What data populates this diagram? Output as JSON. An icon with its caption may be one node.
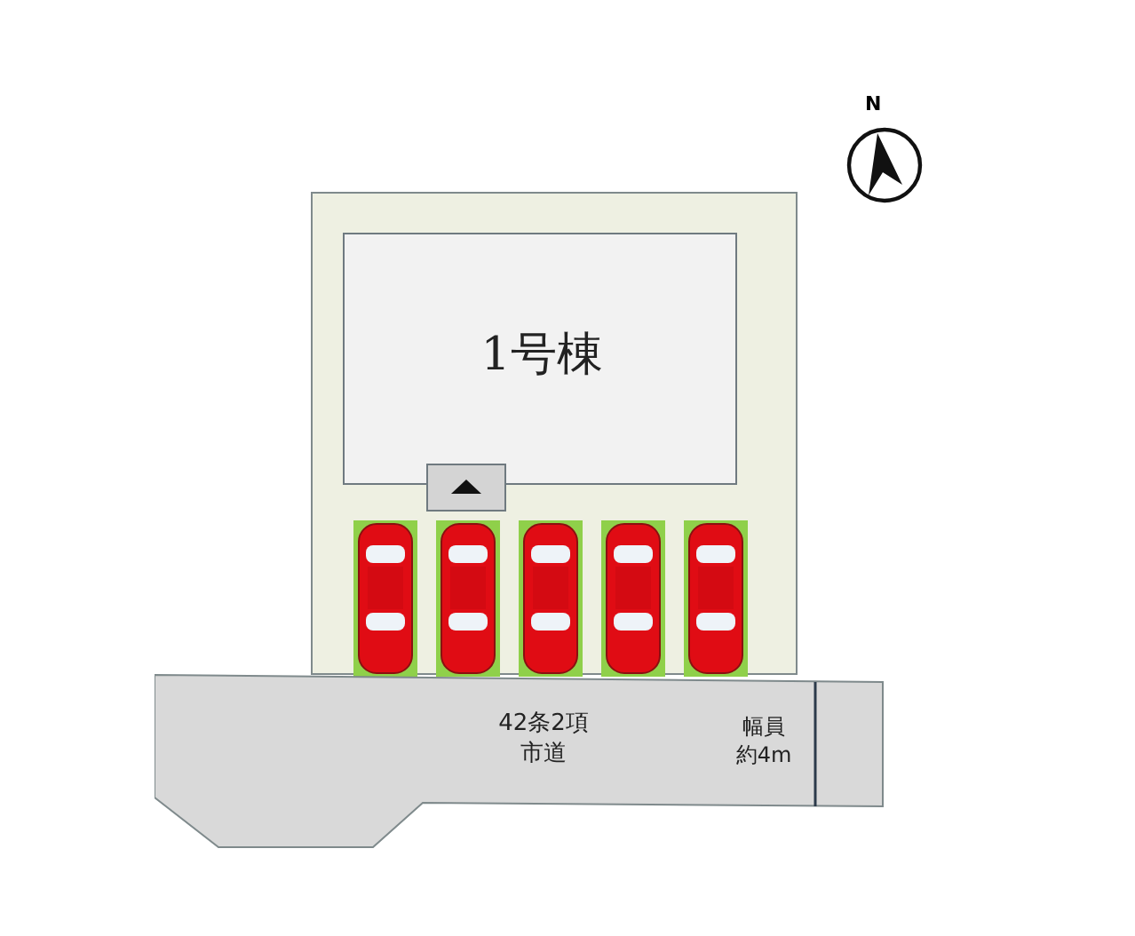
{
  "diagram": {
    "nodes": [
      {
        "text": [],
        "shape": "box"
      },
      {
        "text": [
          "1号棟"
        ],
        "in": 0
      },
      {
        "text": [
          "42条2項市道",
          "幅員約4m"
        ]
      }
    ],
    "labels": [
      "N"
    ]
  }
}
